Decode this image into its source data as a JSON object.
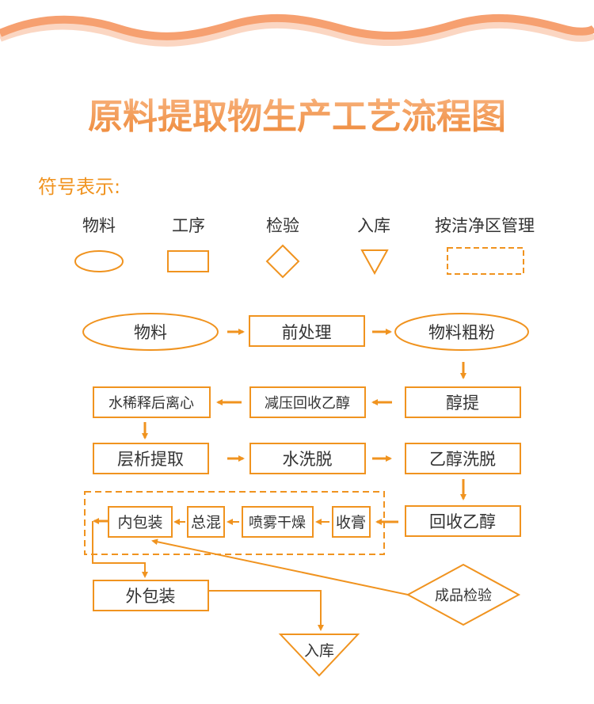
{
  "title": "原料提取物生产工艺流程图",
  "legend": {
    "heading": "符号表示:",
    "items": [
      {
        "label": "物料",
        "shape": "ellipse"
      },
      {
        "label": "工序",
        "shape": "rectangle"
      },
      {
        "label": "检验",
        "shape": "diamond"
      },
      {
        "label": "入库",
        "shape": "triangle"
      },
      {
        "label": "按洁净区管理",
        "shape": "dashed-rectangle"
      }
    ]
  },
  "nodes": {
    "raw_material": "物料",
    "pretreatment": "前处理",
    "coarse_powder": "物料粗粉",
    "alcohol_extraction": "醇提",
    "vacuum_recover": "减压回收乙醇",
    "dilute_centrifuge": "水稀释后离心",
    "chromatography": "层析提取",
    "water_elution": "水洗脱",
    "ethanol_elution": "乙醇洗脱",
    "recover_ethanol": "回收乙醇",
    "concentrate": "收膏",
    "spray_dry": "喷雾干燥",
    "blend": "总混",
    "inner_pack": "内包装",
    "outer_pack": "外包装",
    "qc": "成品检验",
    "warehouse": "入库"
  },
  "colors": {
    "accent": "#f0931f",
    "title": "#f08a3c",
    "wave": "#f6a070",
    "wave_light": "#fbd6c2",
    "text": "#333333"
  }
}
